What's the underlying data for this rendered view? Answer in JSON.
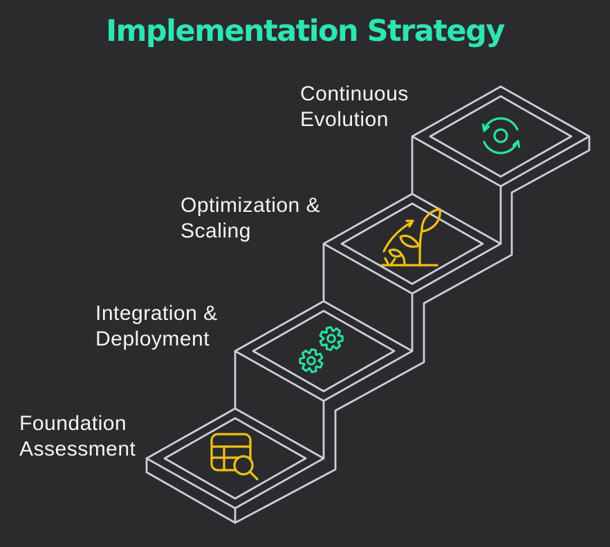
{
  "title": "Implementation Strategy",
  "colors": {
    "background": "#2b2b2d",
    "outline": "#cdcedd",
    "title": "#2ce6b4",
    "label_text": "#f5f5f5",
    "accent_green": "#24e5a6",
    "accent_yellow": "#f4c111"
  },
  "steps": [
    {
      "name": "foundation-assessment",
      "lines": [
        "Foundation",
        "Assessment"
      ],
      "icon": "table-search-icon",
      "icon_color": "#f4c111"
    },
    {
      "name": "integration-deployment",
      "lines": [
        "Integration &",
        "Deployment"
      ],
      "icon": "gears-icon",
      "icon_color": "#24e5a6"
    },
    {
      "name": "optimization-scaling",
      "lines": [
        "Optimization &",
        "Scaling"
      ],
      "icon": "growth-plant-icon",
      "icon_color": "#f4c111"
    },
    {
      "name": "continuous-evolution",
      "lines": [
        "Continuous",
        "Evolution"
      ],
      "icon": "sync-icon",
      "icon_color": "#24e5a6"
    }
  ]
}
